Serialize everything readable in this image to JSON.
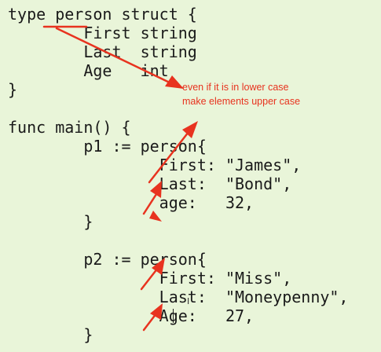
{
  "code": {
    "lines": [
      "type person struct {",
      "        First string",
      "        Last  string",
      "        Age   int",
      "}",
      "",
      "func main() {",
      "        p1 := person{",
      "                First: \"James\",",
      "                Last:  \"Bond\",",
      "                age:   32,",
      "        }",
      "",
      "        p2 := person{",
      "                First: \"Miss\",",
      "                Last:  \"Moneypenny\",",
      "                Age:   27,",
      "        }"
    ]
  },
  "annotation": {
    "lines": [
      "even if it is in lower case",
      "make elements upper case"
    ]
  },
  "colors": {
    "background": "#e9f5d9",
    "code_text": "#1a1a1a",
    "annotation": "#e8331f"
  }
}
